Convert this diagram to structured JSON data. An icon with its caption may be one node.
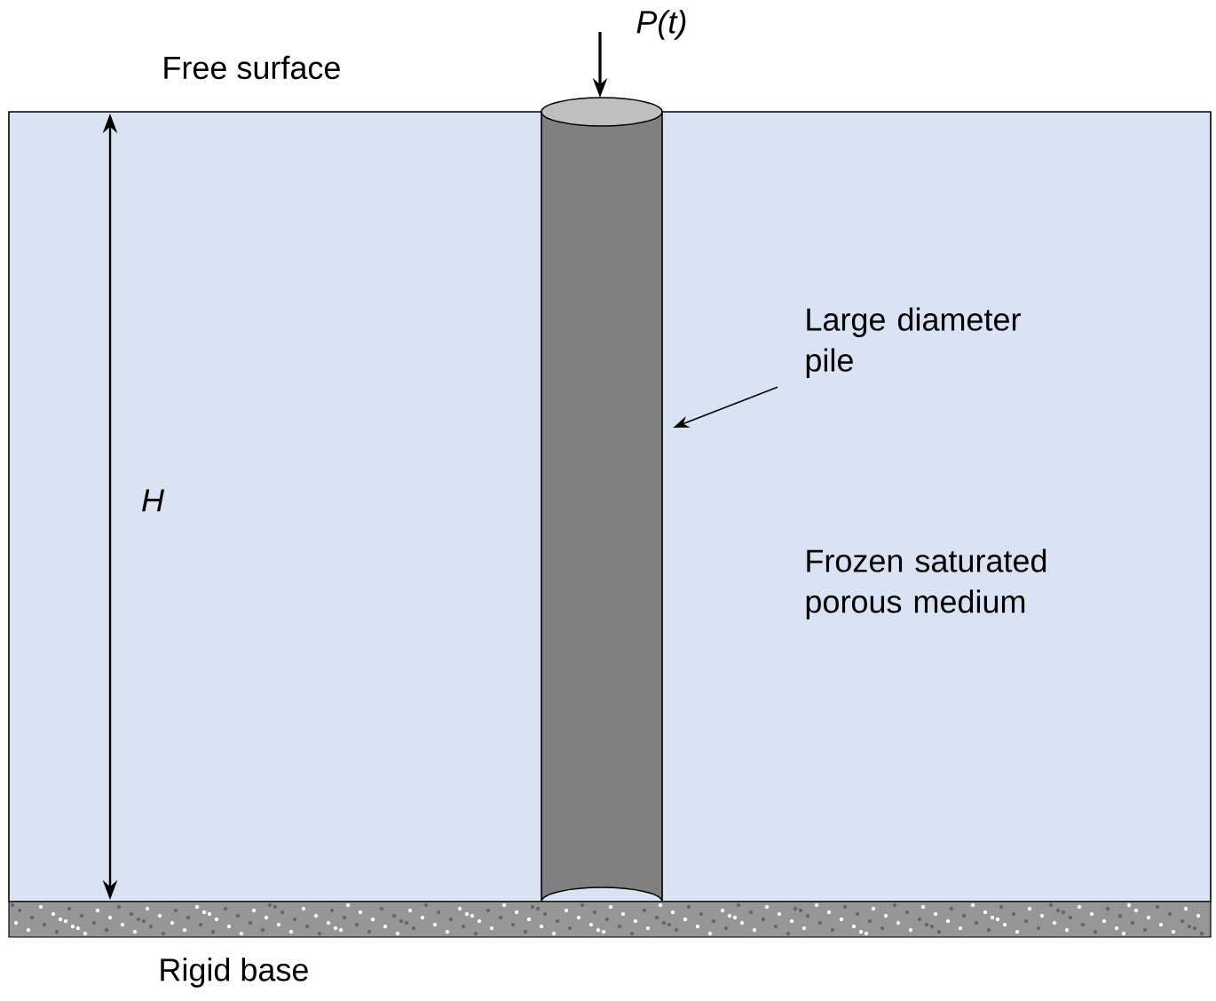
{
  "diagram": {
    "nodes": [
      {
        "text": [
          "Large diameter pile"
        ]
      },
      {
        "text": [],
        "shape": "cylinder"
      }
    ],
    "edges": [
      {
        "from": 0,
        "to": 1,
        "arrow": "to"
      }
    ],
    "labels": [
      "Free surface",
      "P(t)",
      "H",
      "Frozen saturated porous medium",
      "Rigid base"
    ]
  }
}
